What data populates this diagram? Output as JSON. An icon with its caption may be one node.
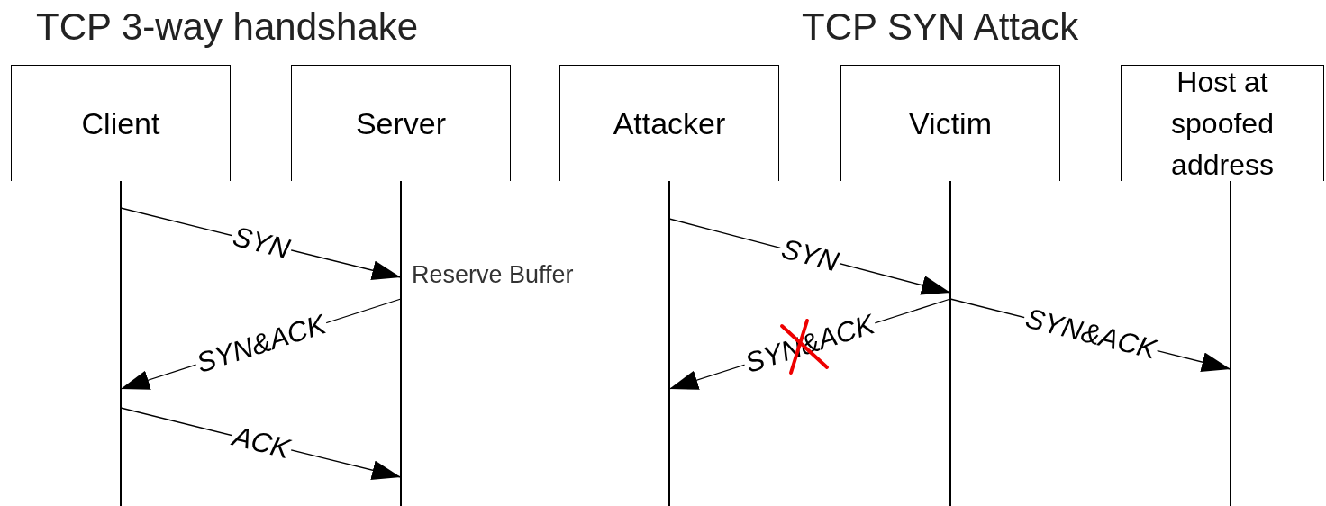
{
  "diagram": {
    "nodes": [
      {
        "text": [
          "Client"
        ]
      },
      {
        "text": [
          "Server"
        ]
      },
      {
        "text": [
          "Attacker"
        ]
      },
      {
        "text": [
          "Victim"
        ]
      },
      {
        "text": [
          "Host at spoofed address"
        ]
      },
      {
        "text": [],
        "shape": "bar"
      },
      {
        "text": [],
        "shape": "bar"
      },
      {
        "text": [],
        "shape": "bar"
      },
      {
        "text": [],
        "shape": "bar"
      },
      {
        "text": [],
        "shape": "bar"
      }
    ],
    "edges": [
      {
        "from": 5,
        "to": 6,
        "arrow": "to",
        "label": "SYN"
      },
      {
        "from": 6,
        "to": 5,
        "arrow": "to",
        "label": "SYN&ACK"
      },
      {
        "from": 5,
        "to": 6,
        "arrow": "to",
        "label": "ACK"
      },
      {
        "from": 7,
        "to": 8,
        "arrow": "to",
        "label": "SYN"
      },
      {
        "from": 8,
        "to": 7,
        "arrow": "to",
        "label": "SYN&ACK"
      },
      {
        "from": 8,
        "to": 9,
        "arrow": "to",
        "label": "SYN&ACK"
      }
    ],
    "labels": [
      "TCP 3-way handshake",
      "TCP SYN Attack",
      "Reserve Buffer"
    ]
  }
}
